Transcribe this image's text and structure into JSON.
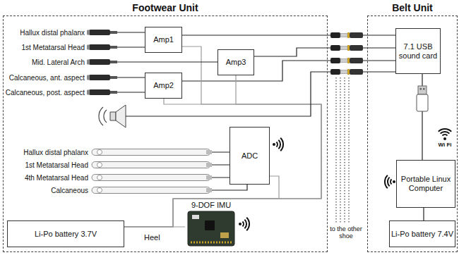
{
  "diagram": {
    "nodes": [
      {
        "text": [
          "Footwear Unit"
        ]
      },
      {
        "text": [
          "Amp1"
        ],
        "in": 0
      },
      {
        "text": [
          "Amp3"
        ],
        "in": 0
      },
      {
        "text": [
          "Amp2"
        ],
        "in": 0
      },
      {
        "text": [
          "ADC"
        ],
        "in": 0
      },
      {
        "text": [
          "9-DOF IMU"
        ],
        "in": 0
      },
      {
        "text": [
          "Li-Po battery 3.7V"
        ],
        "in": 0
      },
      {
        "text": [
          "Belt Unit"
        ]
      },
      {
        "text": [
          "7.1 USB sound card"
        ],
        "in": 7
      },
      {
        "text": [
          "Portable Linux Computer"
        ],
        "in": 7
      },
      {
        "text": [
          "Li-Po battery 7.4V"
        ],
        "in": 7
      }
    ],
    "edges": [
      {
        "from": 1,
        "to": 8,
        "arrow": "none"
      },
      {
        "from": 2,
        "to": 8,
        "arrow": "none"
      },
      {
        "from": 3,
        "to": 8,
        "arrow": "none"
      },
      {
        "from": 6,
        "to": 1,
        "arrow": "none"
      },
      {
        "from": 6,
        "to": 3,
        "arrow": "none"
      },
      {
        "from": 6,
        "to": 2,
        "arrow": "none"
      },
      {
        "from": 6,
        "to": 4,
        "arrow": "none"
      },
      {
        "from": 6,
        "to": 5,
        "arrow": "none"
      },
      {
        "from": 8,
        "to": 9,
        "arrow": "none"
      },
      {
        "from": 10,
        "to": 9,
        "arrow": "none"
      }
    ],
    "labels": [
      "Hallux distal phalanx",
      "1st Metatarsal Head",
      "Mid. Lateral Arch",
      "Calcaneous, ant. aspect",
      "Calcaneous, post. aspect",
      "Hallux distal phalanx",
      "1st Metatarsal Head",
      "4th Metatarsal Head",
      "Calcaneous",
      "Heel",
      "Wi Fi",
      "to the other shoe"
    ]
  }
}
